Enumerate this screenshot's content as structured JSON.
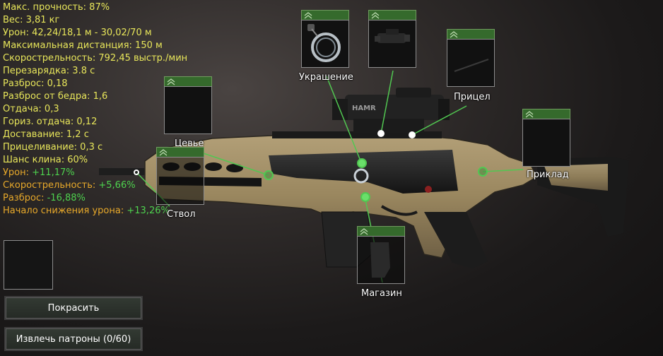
{
  "stats": [
    {
      "text": "Макс. прочность: 87%",
      "tone": "y"
    },
    {
      "text": "Вес: 3,81 кг",
      "tone": "y"
    },
    {
      "text": "Урон: 42,24/18,1 м - 30,02/70 м",
      "tone": "y"
    },
    {
      "text": "Максимальная дистанция: 150 м",
      "tone": "y"
    },
    {
      "text": "Скорострельность: 792,45 выстр./мин",
      "tone": "y"
    },
    {
      "text": "Перезарядка: 3.8 с",
      "tone": "y"
    },
    {
      "text": "Разброс: 0,18",
      "tone": "y"
    },
    {
      "text": "Разброс от бедра: 1,6",
      "tone": "y"
    },
    {
      "text": "Отдача: 0,3",
      "tone": "y"
    },
    {
      "text": "Гориз. отдача: 0,12",
      "tone": "y"
    },
    {
      "text": "Доставание: 1,2 с",
      "tone": "y"
    },
    {
      "text": "Прицеливание: 0,3 с",
      "tone": "y"
    },
    {
      "text": "Шанс клина: 60%",
      "tone": "y"
    }
  ],
  "modifiers": [
    {
      "label": "Урон: ",
      "value": "+11,17%"
    },
    {
      "label": "Скорострельность: ",
      "value": "+5,66%"
    },
    {
      "label": "Разброс: ",
      "value": "-16,88%"
    },
    {
      "label": "Начало снижения урона: ",
      "value": "+13,26%"
    }
  ],
  "slots": {
    "ukrashenie": "Украшение",
    "pricel": "Прицел",
    "priklad": "Приклад",
    "tseve": "Цевье",
    "stvol": "Ствол",
    "magazin": "Магазин"
  },
  "buttons": {
    "paint": "Покрасить",
    "extract": "Извлечь патроны (0/60)"
  },
  "colors": {
    "stat": "#e8e65a",
    "modifier_label": "#e8a92a",
    "modifier_value": "#4ed24e",
    "slot_tab": "#356a2c",
    "connector": "#51c751",
    "weapon_tan": "#9c8a62"
  },
  "icons": {
    "tab": "chevron-up-double-icon",
    "ukrashenie_item": "ring-charm-icon",
    "pricel_item": "scope-icon"
  }
}
